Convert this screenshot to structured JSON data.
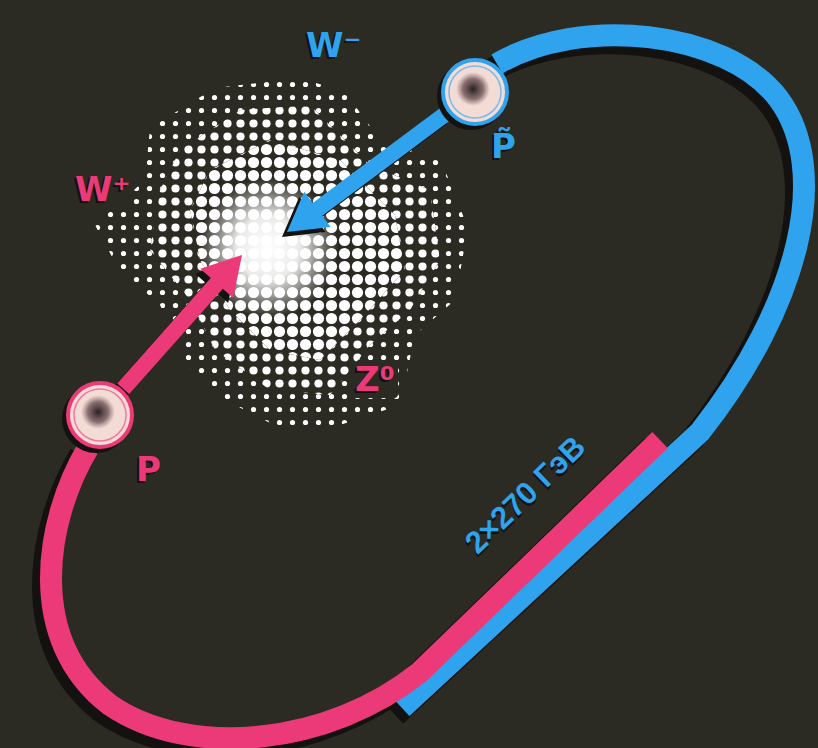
{
  "diagram": {
    "nodes": [
      {
        "text": [
          "W⁻",
          "W⁺",
          "Z⁰"
        ]
      },
      {
        "text": [
          "P"
        ]
      },
      {
        "text": [
          "P̃"
        ]
      }
    ],
    "edges": [
      {
        "from": 1,
        "to": 0,
        "arrow": "to"
      },
      {
        "from": 2,
        "to": 0,
        "arrow": "to"
      }
    ],
    "labels": [
      "2×270 ГэВ"
    ]
  }
}
